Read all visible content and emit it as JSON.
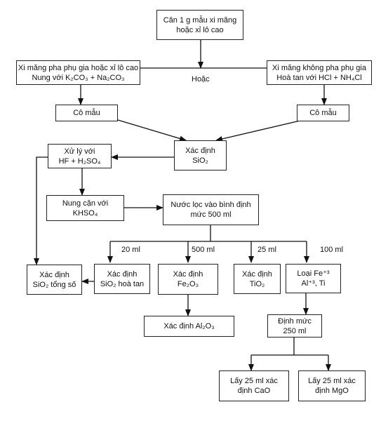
{
  "nodes": {
    "start": {
      "lines": [
        "Cân 1 g mẫu xi măng",
        "hoặc xỉ lô cao"
      ]
    },
    "with_additive": {
      "lines": [
        "Xi măng pha phụ gia hoặc xỉ lô cao",
        "Nung với K₂CO₃ + Na₂CO₃"
      ]
    },
    "without_additive": {
      "lines": [
        "Xi măng không pha phụ gia",
        "Hoà tan với HCl + NH₄Cl"
      ]
    },
    "evaporate_left": {
      "lines": [
        "Cô mẫu"
      ]
    },
    "evaporate_right": {
      "lines": [
        "Cô mẫu"
      ]
    },
    "determine_sio2": {
      "lines": [
        "Xác định",
        "SiO₂"
      ]
    },
    "treat_hf": {
      "lines": [
        "Xử lý với",
        "HF + H₂SO₄"
      ]
    },
    "fuse_khso4": {
      "lines": [
        "Nung cặn với",
        "KHSO₄"
      ]
    },
    "filtrate_flask": {
      "lines": [
        "Nước lọc vào bình định",
        "mức 500 ml"
      ]
    },
    "total_sio2": {
      "lines": [
        "Xác định",
        "SiO₂ tổng số"
      ]
    },
    "soluble_sio2": {
      "lines": [
        "Xác định",
        "SiO₂ hoà tan"
      ]
    },
    "fe2o3": {
      "lines": [
        "Xác định",
        "Fe₂O₃"
      ]
    },
    "tio2": {
      "lines": [
        "Xác định",
        "TiO₂"
      ]
    },
    "remove_fe": {
      "lines": [
        "Loại Fe⁺³",
        "Al⁺³, Ti"
      ]
    },
    "al2o3": {
      "lines": [
        "Xác định Al₂O₃"
      ]
    },
    "dilute_250": {
      "lines": [
        "Định mức",
        "250 ml"
      ]
    },
    "cao": {
      "lines": [
        "Lấy 25 ml xác",
        "định CaO"
      ]
    },
    "mgo": {
      "lines": [
        "Lấy 25 ml xác",
        "định MgO"
      ]
    }
  },
  "labels": {
    "or": "Hoặc",
    "v20": "20 ml",
    "v500": "500 ml",
    "v25": "25 ml",
    "v100": "100 ml"
  }
}
